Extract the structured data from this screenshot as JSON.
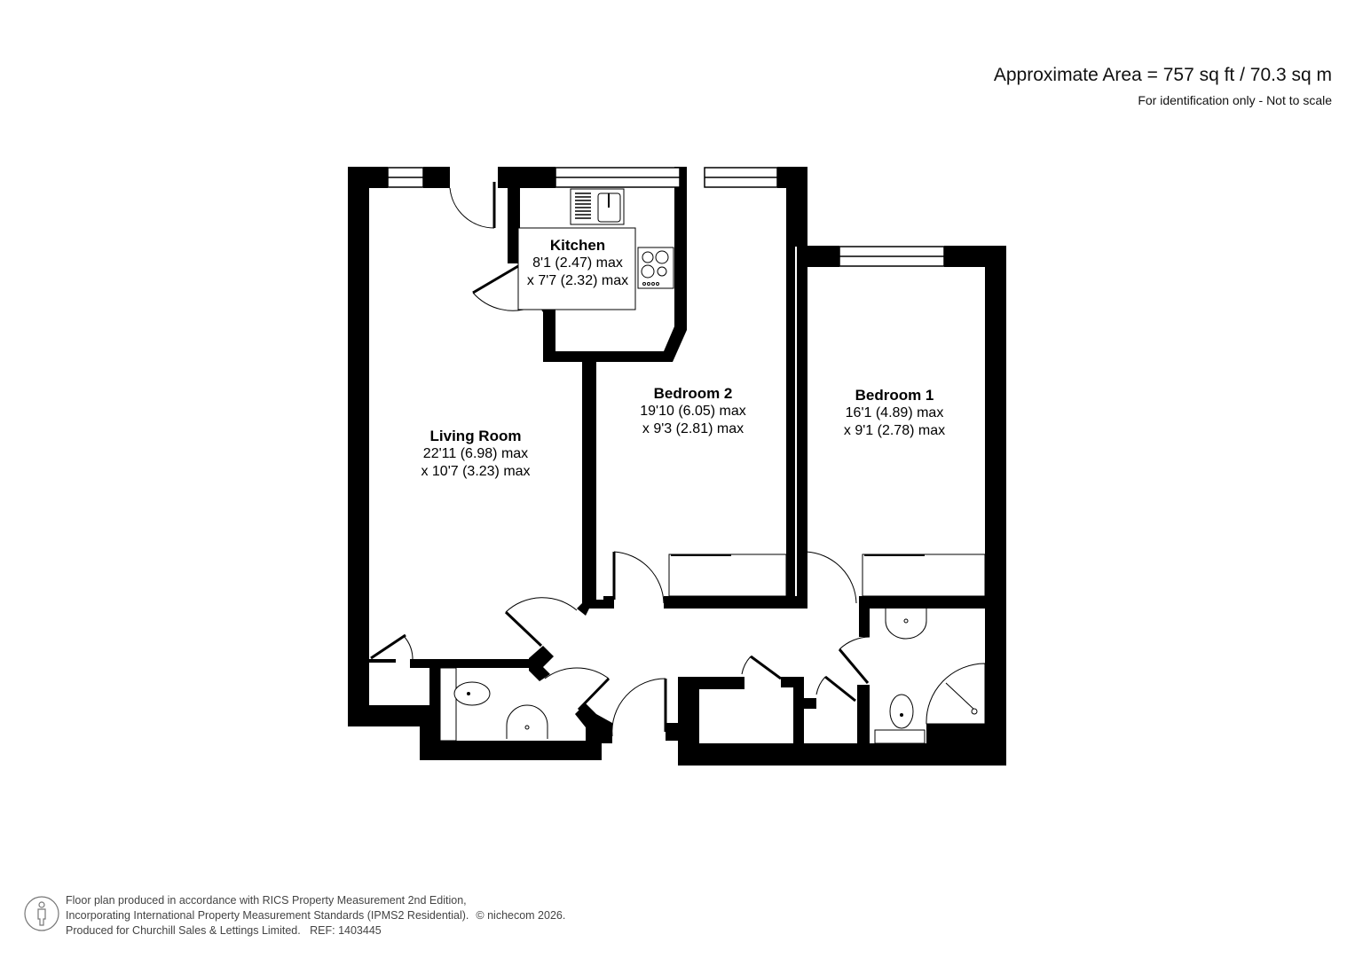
{
  "header": {
    "approximate_area": "Approximate Area = 757 sq ft / 70.3 sq m",
    "disclaimer": "For identification only - Not to scale"
  },
  "rooms": [
    {
      "name": "Kitchen",
      "dim1": "8'1 (2.47) max",
      "dim2": "x 7'7 (2.32) max"
    },
    {
      "name": "Living Room",
      "dim1": "22'11 (6.98) max",
      "dim2": "x 10'7 (3.23) max"
    },
    {
      "name": "Bedroom 2",
      "dim1": "19'10 (6.05) max",
      "dim2": "x 9'3 (2.81) max"
    },
    {
      "name": "Bedroom 1",
      "dim1": "16'1 (4.89) max",
      "dim2": "x 9'1 (2.78) max"
    }
  ],
  "icons": {
    "footer_logo": "person-in-circle-icon",
    "fixtures": [
      "window-icon",
      "door-swing-icon",
      "sink-drainer-icon",
      "hob-icon",
      "toilet-icon",
      "basin-icon",
      "corner-shower-icon",
      "wardrobe-icon"
    ]
  },
  "footer": {
    "line1": "Floor plan produced in accordance with RICS Property Measurement 2nd Edition,",
    "line2": "Incorporating International Property Measurement Standards (IPMS2 Residential).",
    "copyright": "© nichecom 2026.",
    "line3": "Produced for Churchill Sales & Lettings Limited.   REF: 1403445"
  },
  "colors": {
    "wall": "#000000",
    "background": "#ffffff",
    "text": "#111111",
    "footer_text": "#444444"
  }
}
